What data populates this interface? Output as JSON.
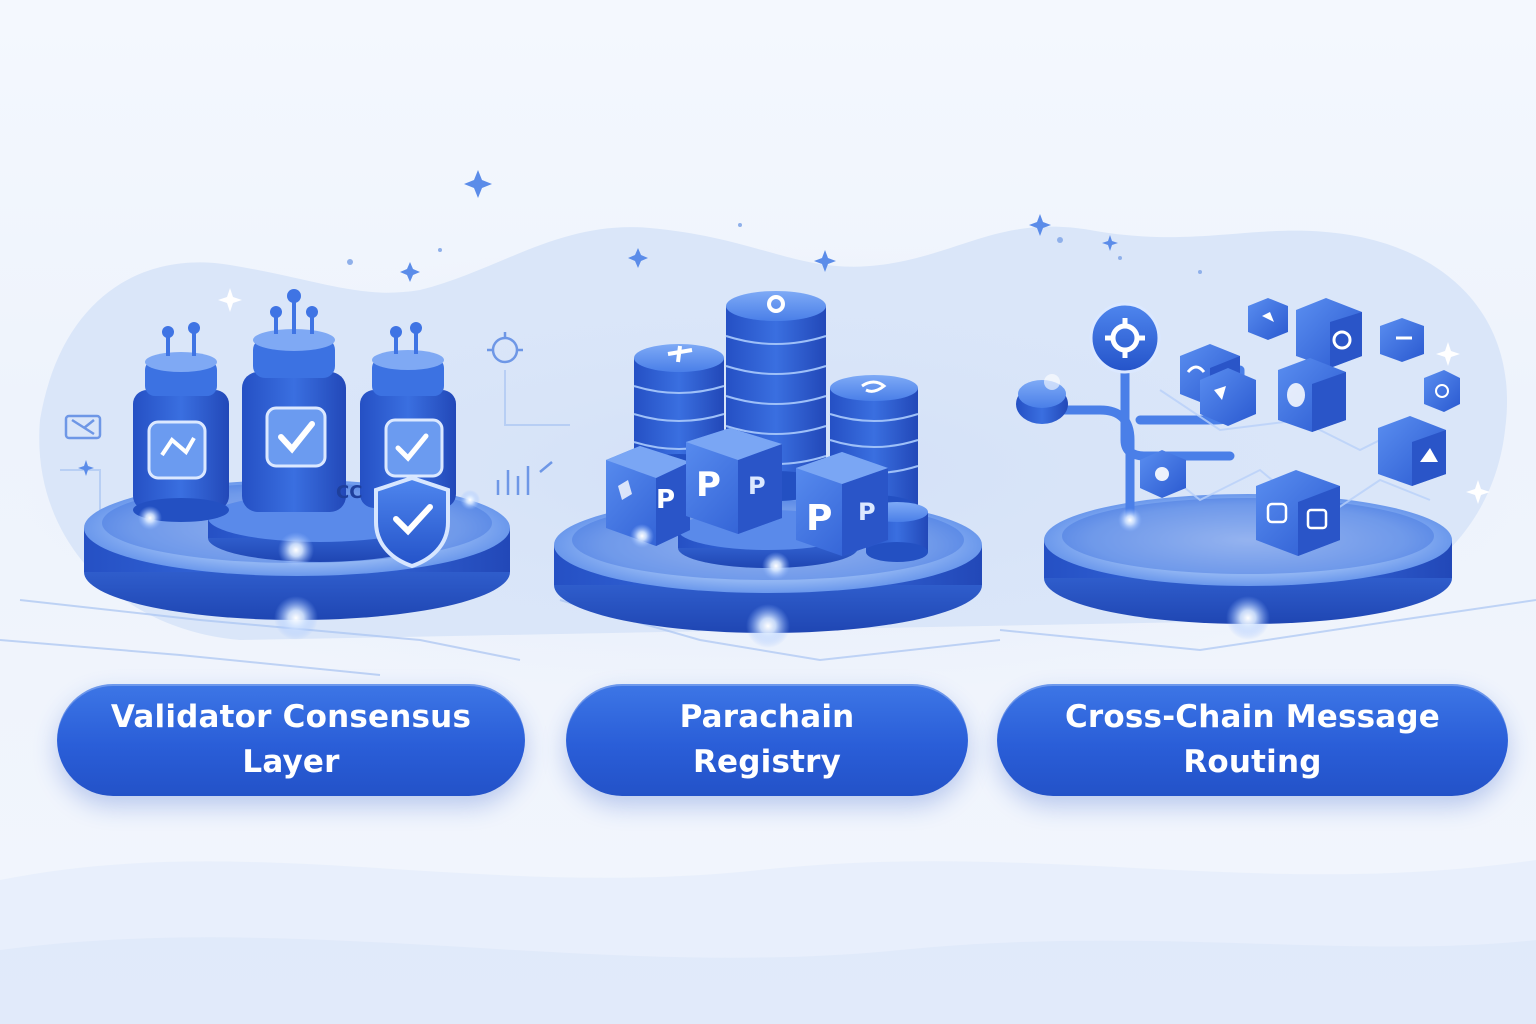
{
  "palette": {
    "primary": "#2f63dd",
    "primary_dark": "#1d48b8",
    "glow": "#e8f2ff",
    "background": "#f2f6fd"
  },
  "panels": [
    {
      "id": "validator",
      "icon": "validator-consensus-icon",
      "visible_fragment": "CC",
      "label_lines": [
        "Validator Consensus",
        "Layer"
      ]
    },
    {
      "id": "registry",
      "icon": "parachain-registry-icon",
      "block_letter": "P",
      "label_lines": [
        "Parachain",
        "Registry"
      ]
    },
    {
      "id": "routing",
      "icon": "cross-chain-routing-icon",
      "label_lines": [
        "Cross-Chain Message",
        "Routing"
      ]
    }
  ]
}
